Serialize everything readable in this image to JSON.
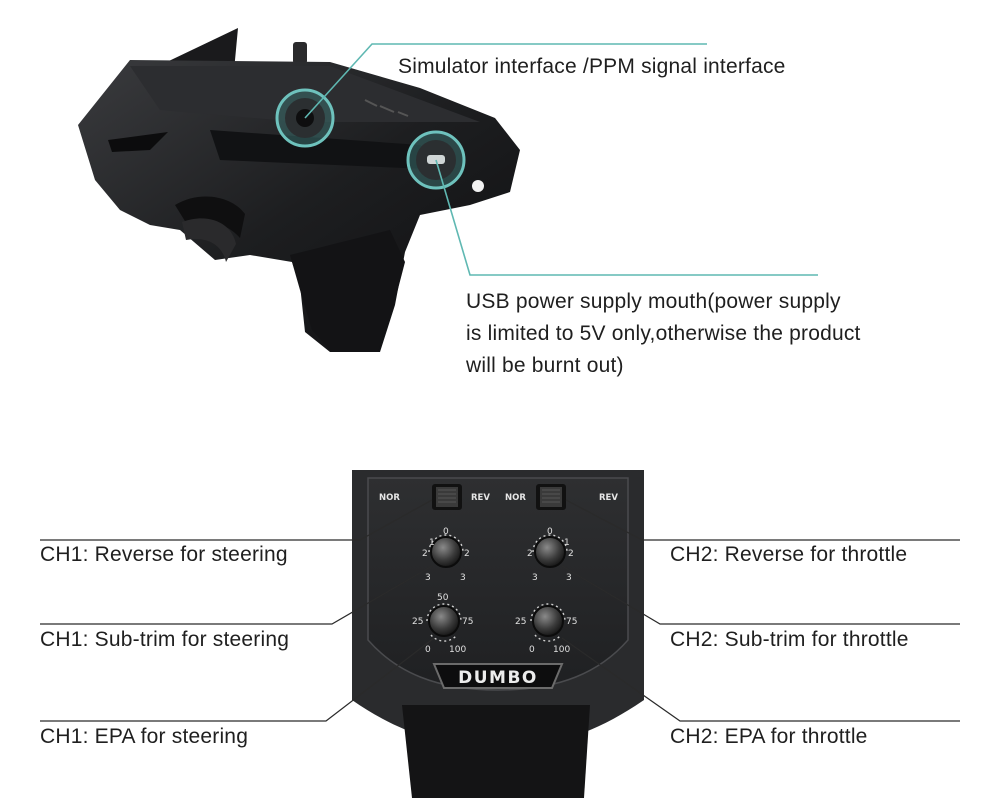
{
  "top_callouts": {
    "simulator": "Simulator interface /PPM signal interface",
    "usb_line1": "USB power supply mouth(power supply",
    "usb_line2": "is limited to 5V only,otherwise the product",
    "usb_line3": "will be burnt out)"
  },
  "panel": {
    "switch_left_nor": "NOR",
    "switch_left_rev": "REV",
    "switch_right_nor": "NOR",
    "switch_right_rev": "REV",
    "brand": "DUMBO",
    "knob_reverse_scale": [
      "0",
      "1",
      "2",
      "2",
      "3",
      "3"
    ],
    "knob_subtrim_scale": [
      "50",
      "25",
      "75"
    ],
    "knob_epa_scale": [
      "0",
      "100"
    ]
  },
  "bottom_callouts": {
    "ch1_reverse": "CH1: Reverse for steering",
    "ch1_subtrim": "CH1: Sub-trim for steering",
    "ch1_epa": "CH1: EPA for steering",
    "ch2_reverse": "CH2: Reverse for throttle",
    "ch2_subtrim": "CH2: Sub-trim for throttle",
    "ch2_epa": "CH2: EPA for throttle"
  },
  "colors": {
    "callout_line_teal": "#5fb8b2",
    "callout_line_dark": "#2a2a2a",
    "body_dark": "#1c1c1e",
    "brand_red": "#d33a2c"
  }
}
